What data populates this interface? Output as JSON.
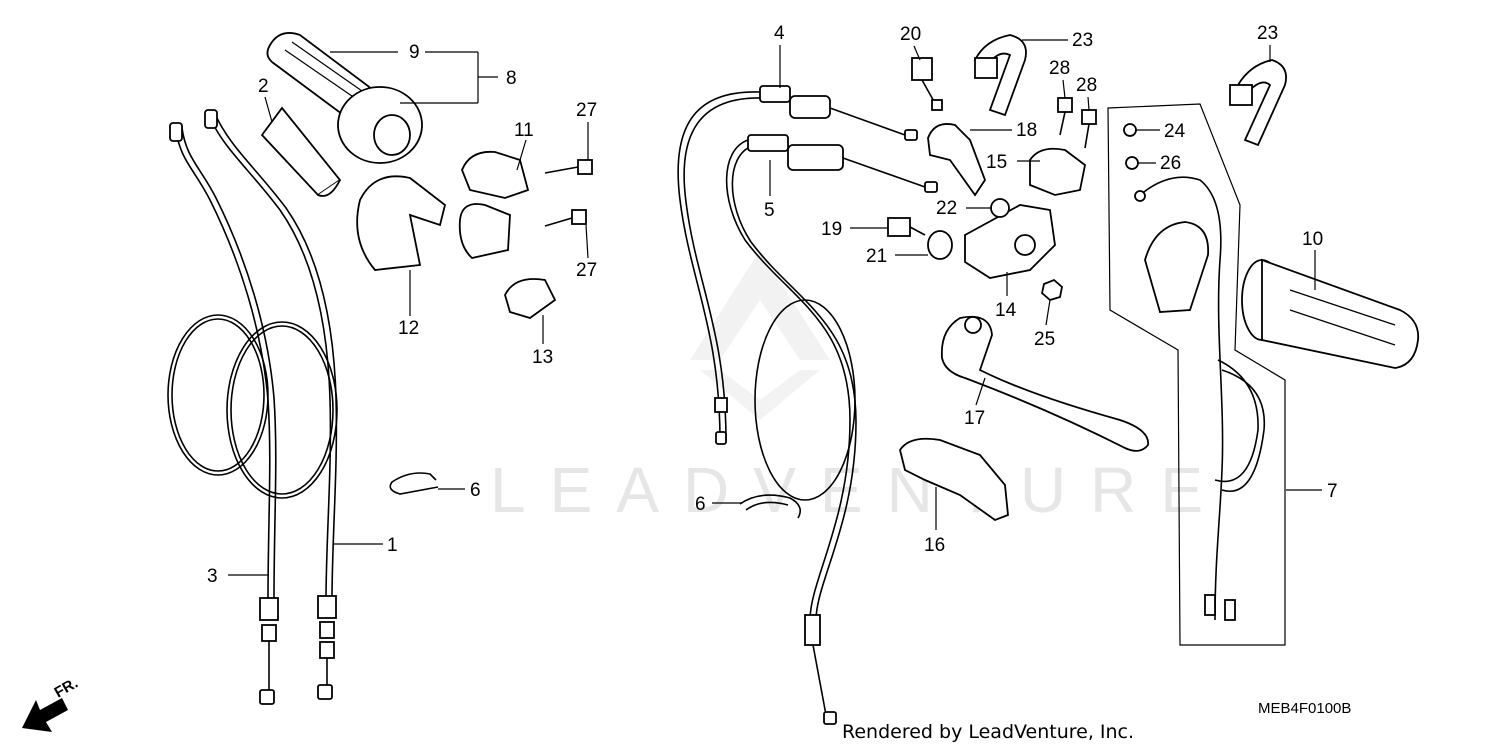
{
  "diagram": {
    "watermark": "LEADVENTURE",
    "credit": "Rendered by LeadVenture, Inc.",
    "diagram_code": "MEB4F0100B",
    "direction_label": "FR.",
    "callouts": {
      "c1": "1",
      "c2": "2",
      "c3": "3",
      "c4": "4",
      "c5": "5",
      "c6a": "6",
      "c6b": "6",
      "c7": "7",
      "c8": "8",
      "c9": "9",
      "c10": "10",
      "c11": "11",
      "c12": "12",
      "c13": "13",
      "c14": "14",
      "c15": "15",
      "c16": "16",
      "c17": "17",
      "c18": "18",
      "c19": "19",
      "c20": "20",
      "c21": "21",
      "c22": "22",
      "c23a": "23",
      "c23b": "23",
      "c24": "24",
      "c25": "25",
      "c26": "26",
      "c27a": "27",
      "c27b": "27",
      "c28a": "28",
      "c28b": "28"
    }
  }
}
